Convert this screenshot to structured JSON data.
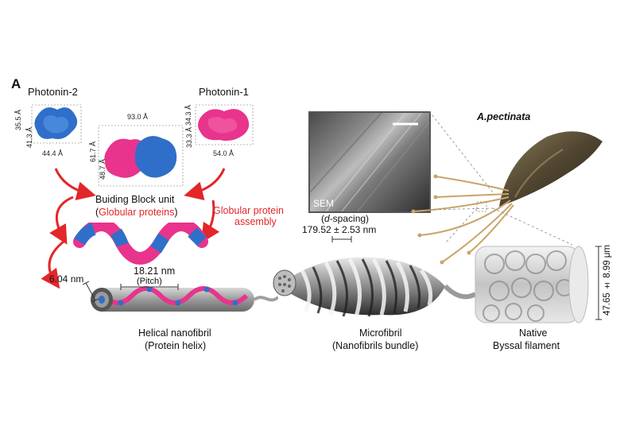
{
  "panel_letter": "A",
  "photonin2": {
    "title": "Photonin-2",
    "dim_a": "35.5 Å",
    "dim_b": "41.3 Å",
    "dim_c": "44.4 Å"
  },
  "photonin1": {
    "title": "Photonin-1",
    "dim_a": "34.3 Å",
    "dim_b": "33.3 Å",
    "dim_c": "54.0 Å"
  },
  "block": {
    "dim_top": "93.0 Å",
    "dim_left_a": "61.7 Å",
    "dim_left_b": "48.7 Å",
    "title": "Buiding Block unit",
    "subtitle_open": "(",
    "subtitle": "Globular proteins",
    "subtitle_close": ")"
  },
  "assembly": {
    "line1": "Globular protein",
    "line2": "assembly"
  },
  "sem": {
    "label": "SEM"
  },
  "species": "A.pectinata",
  "dspacing": {
    "label_open": "(",
    "label_italic": "d",
    "label_rest": "-spacing)",
    "value": "179.52 ± 2.53 nm"
  },
  "pitch": {
    "value": "18.21 nm",
    "label": "(Pitch)"
  },
  "diameter": "6.04 nm",
  "filament_diameter": "47.65 ± 8.99 μm",
  "stages": [
    {
      "line1": "Helical nanofibril",
      "line2": "(Protein helix)"
    },
    {
      "line1": "Microfibril",
      "line2": "(Nanofibrils bundle)"
    },
    {
      "line1": "Native",
      "line2": "Byssal filament"
    }
  ],
  "colors": {
    "pink": "#e8348c",
    "blue": "#2f6fc9",
    "red_text": "#e3262a",
    "threads": "#c9a46a"
  }
}
